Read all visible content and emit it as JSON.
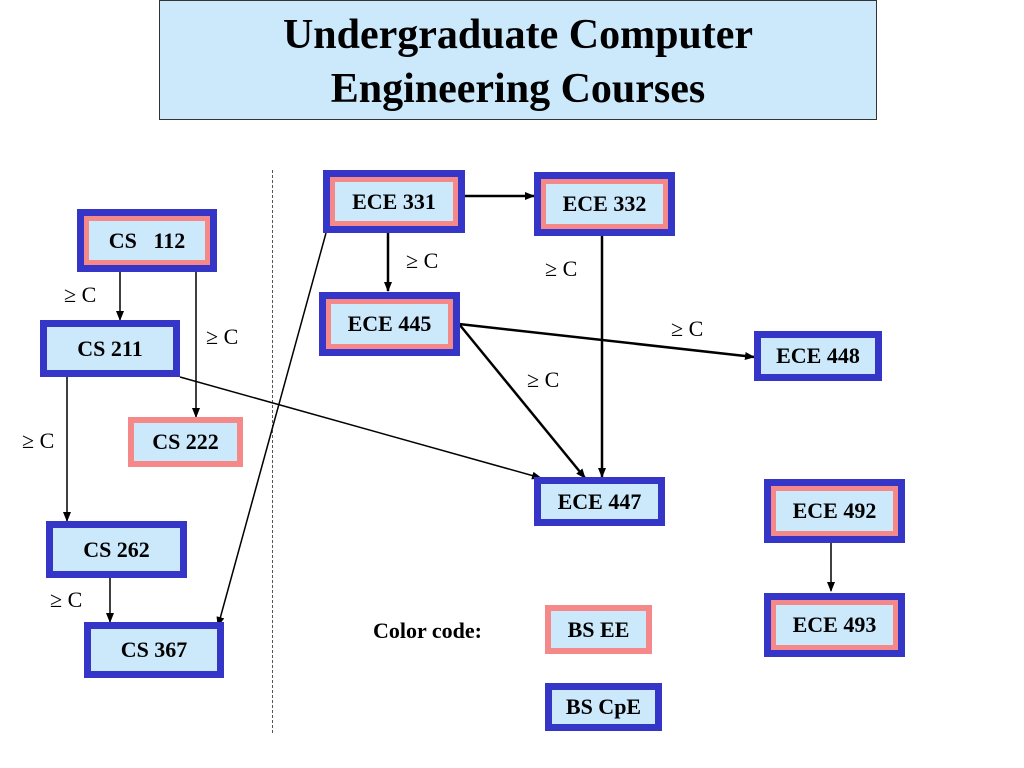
{
  "title": {
    "line1": "Undergraduate Computer",
    "line2": "Engineering Courses"
  },
  "courses": {
    "cs112": "CS   112",
    "cs211": "CS 211",
    "cs222": "CS 222",
    "cs262": "CS 262",
    "cs367": "CS 367",
    "ece331": "ECE 331",
    "ece332": "ECE 332",
    "ece445": "ECE 445",
    "ece448": "ECE 448",
    "ece447": "ECE 447",
    "ece492": "ECE 492",
    "ece493": "ECE 493"
  },
  "grade_label": "≥ C",
  "legend": {
    "title": "Color code:",
    "bs_ee": "BS EE",
    "bs_cpe": "BS CpE"
  },
  "colors": {
    "box_fill": "#cce8fb",
    "cpe_border": "#3535c8",
    "ee_ring": "#f58888"
  }
}
